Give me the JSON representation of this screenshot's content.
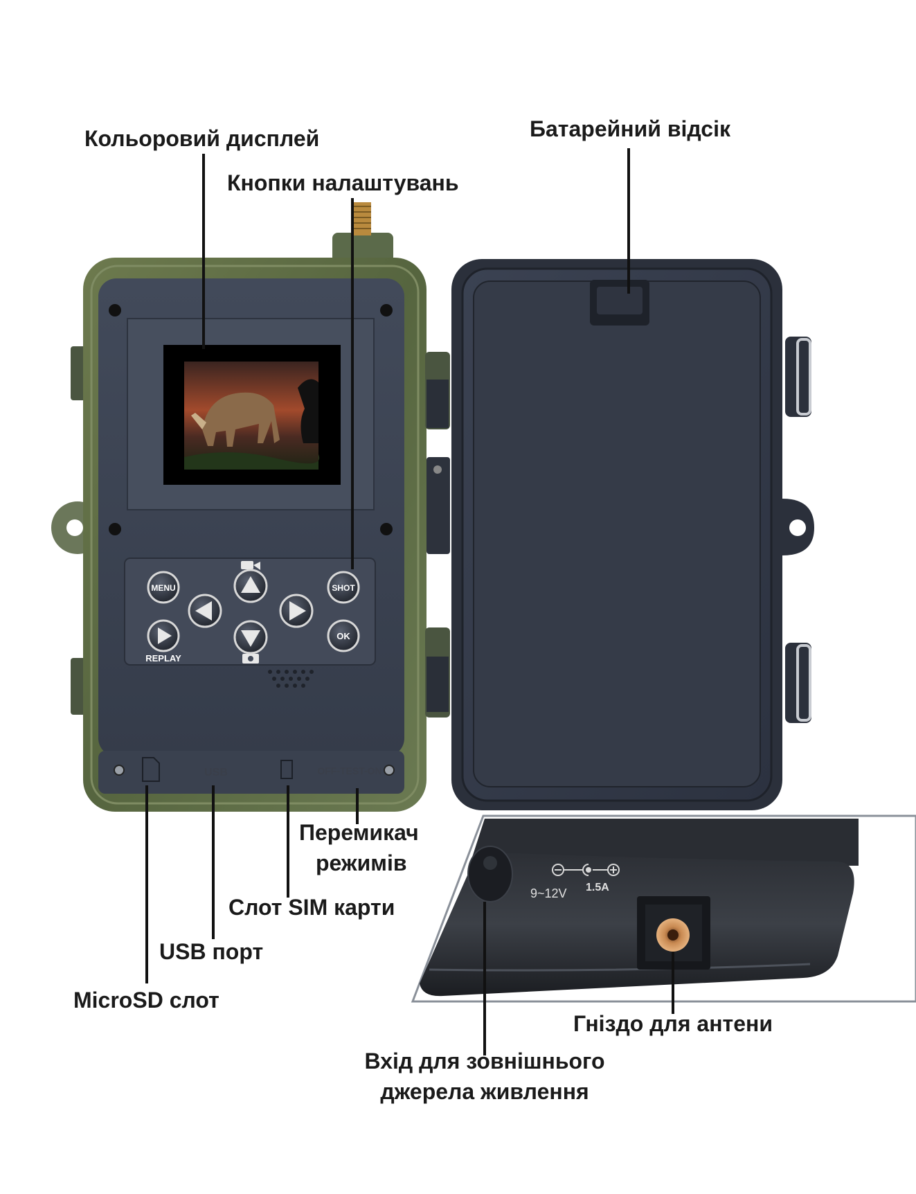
{
  "labels": {
    "color_display": "Кольоровий дисплей",
    "settings_buttons": "Кнопки налаштувань",
    "battery_compartment": "Батарейний відсік",
    "mode_switch_line1": "Перемикач",
    "mode_switch_line2": "режимів",
    "sim_slot": "Слот SIM карти",
    "usb_port": "USB порт",
    "microsd_slot": "MicroSD слот",
    "antenna_socket": "Гніздо для антени",
    "power_input_line1": "Вхід для зовнішнього",
    "power_input_line2": "джерела живлення"
  },
  "device": {
    "buttons": {
      "menu": "MENU",
      "shot": "SHOT",
      "ok": "OK",
      "replay": "REPLAY"
    },
    "port_marks": {
      "usb": "USB",
      "switch": "OFF-TEST-ON"
    },
    "power_spec": {
      "voltage": "9~12V",
      "current": "1.5A"
    }
  },
  "colors": {
    "body_camo": "#5b6b45",
    "panel": "#3a4150",
    "lid": "#303643",
    "label_text": "#1a1a1a"
  }
}
